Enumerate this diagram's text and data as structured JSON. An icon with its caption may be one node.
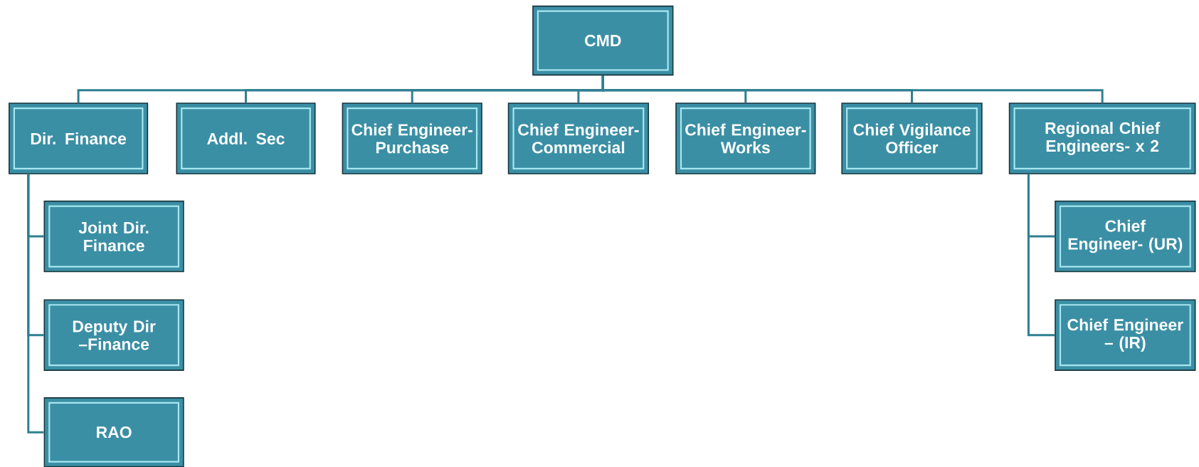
{
  "diagram": {
    "nodes": [
      {
        "text": [
          "CMD"
        ]
      },
      {
        "text": [
          "Dir. Finance"
        ]
      },
      {
        "text": [
          "Addl. Sec"
        ]
      },
      {
        "text": [
          "Chief Engineer- Purchase"
        ]
      },
      {
        "text": [
          "Chief Engineer- Commercial"
        ]
      },
      {
        "text": [
          "Chief Engineer- Works"
        ]
      },
      {
        "text": [
          "Chief Vigilance Officer"
        ]
      },
      {
        "text": [
          "Regional Chief Engineers- x 2"
        ]
      },
      {
        "text": [
          "Joint Dir. Finance"
        ]
      },
      {
        "text": [
          "Deputy Dir –Finance"
        ]
      },
      {
        "text": [
          "RAO"
        ]
      },
      {
        "text": [
          "Chief Engineer- (UR)"
        ]
      },
      {
        "text": [
          "Chief Engineer – (IR)"
        ]
      }
    ],
    "edges": [
      {
        "from": 0,
        "to": 1,
        "arrow": "none"
      },
      {
        "from": 0,
        "to": 2,
        "arrow": "none"
      },
      {
        "from": 0,
        "to": 3,
        "arrow": "none"
      },
      {
        "from": 0,
        "to": 4,
        "arrow": "none"
      },
      {
        "from": 0,
        "to": 5,
        "arrow": "none"
      },
      {
        "from": 0,
        "to": 6,
        "arrow": "none"
      },
      {
        "from": 0,
        "to": 7,
        "arrow": "none"
      },
      {
        "from": 1,
        "to": 8,
        "arrow": "none"
      },
      {
        "from": 1,
        "to": 9,
        "arrow": "none"
      },
      {
        "from": 1,
        "to": 10,
        "arrow": "none"
      },
      {
        "from": 7,
        "to": 11,
        "arrow": "none"
      },
      {
        "from": 7,
        "to": 12,
        "arrow": "none"
      }
    ]
  }
}
